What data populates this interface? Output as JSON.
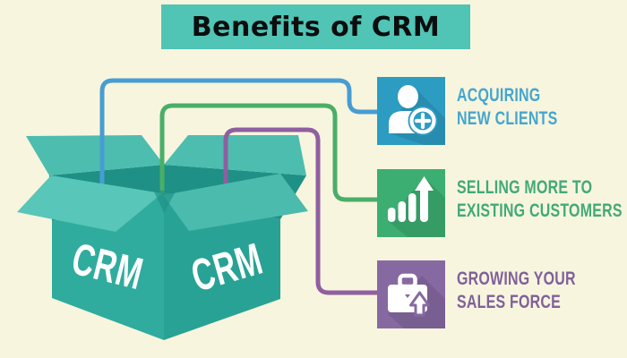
{
  "page": {
    "background_color": "#F8F5DE"
  },
  "title": {
    "text": "Benefits of CRM",
    "banner_color": "#50C4B5",
    "text_color": "#0D0D0D"
  },
  "crm_box": {
    "label": "CRM",
    "colors": {
      "wings": "#4DBDAF",
      "inner": "#1F9085",
      "front_flap_left": "#58C6B8",
      "front_flap_right": "#4ABBAD",
      "face_left": "#2FAC9E",
      "face_right": "#28A294",
      "label_text": "#FFFFFF"
    }
  },
  "benefits": [
    {
      "line1": "ACQUIRING",
      "line2": "NEW CLIENTS",
      "icon": "person-add-icon",
      "icon_color": "#2D9CC3",
      "text_color": "#45A6CE",
      "connector_color": "#479DD2"
    },
    {
      "line1": "SELLING MORE TO",
      "line2": "EXISTING CUSTOMERS",
      "icon": "bar-chart-growth-icon",
      "icon_color": "#3DAE72",
      "text_color": "#41AA78",
      "connector_color": "#4AAE68"
    },
    {
      "line1": "GROWING YOUR",
      "line2": "SALES FORCE",
      "icon": "briefcase-up-arrow-icon",
      "icon_color": "#8769A2",
      "text_color": "#80619A",
      "connector_color": "#8F5F9F"
    }
  ]
}
